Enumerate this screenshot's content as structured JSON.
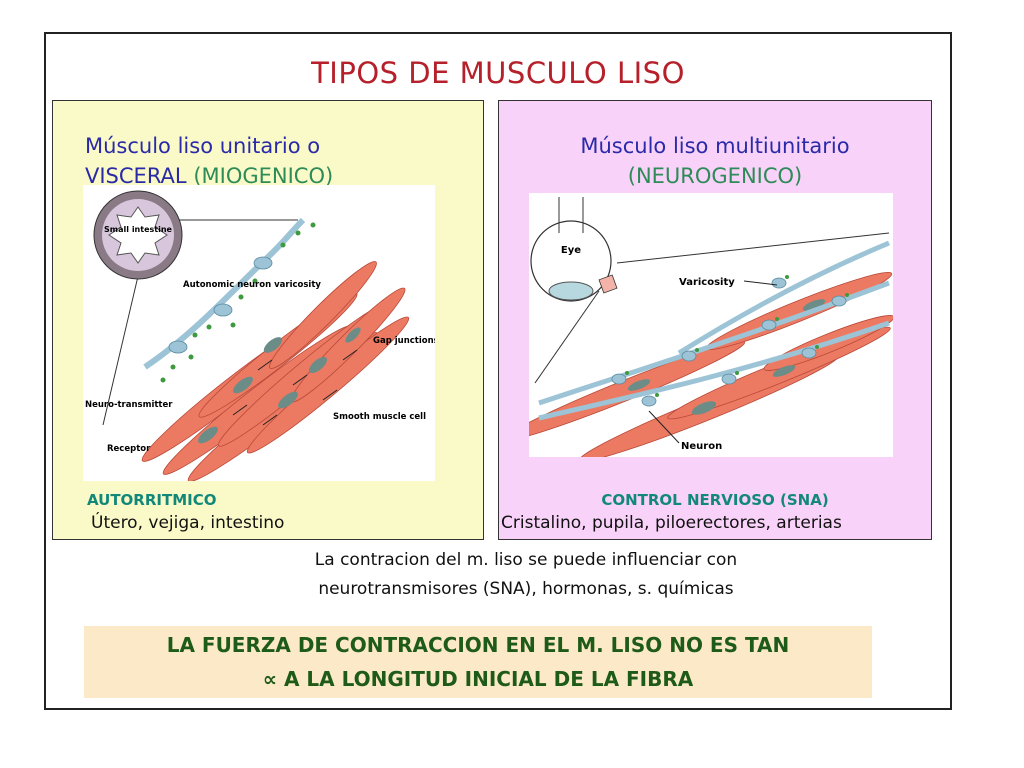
{
  "title": "TIPOS DE MUSCULO LISO",
  "left_panel": {
    "title_line1": "Músculo liso unitario o",
    "title_line2_main": "VISCERAL",
    "title_line2_paren": "(MIOGENICO)",
    "figure_labels": {
      "small_intestine": "Small intestine",
      "autonomic": "Autonomic neuron varicosity",
      "gap": "Gap junctions",
      "neurotransmitter": "Neuro-transmitter",
      "receptor": "Receptor",
      "smooth_muscle": "Smooth muscle cell"
    },
    "label": "AUTORRITMICO",
    "examples": "Útero, vejiga, intestino"
  },
  "right_panel": {
    "title_line1": "Músculo liso multiunitario",
    "title_line2": "(NEUROGENICO)",
    "figure_labels": {
      "eye": "Eye",
      "varicosity": "Varicosity",
      "neuron": "Neuron"
    },
    "label": "CONTROL NERVIOSO (SNA)",
    "examples": "Cristalino, pupila, piloerectores, arterias"
  },
  "note": {
    "line1": "La contracion del m. liso se puede influenciar con",
    "line2": "neurotransmisores (SNA), hormonas, s. químicas"
  },
  "banner": {
    "line1": "LA FUERZA DE CONTRACCION EN EL M. LISO NO ES TAN",
    "line2": "∝ A LA LONGITUD INICIAL DE LA FIBRA"
  },
  "colors": {
    "title": "#b5202a",
    "heading_blue": "#2a2aa8",
    "heading_green": "#2d8b57",
    "label_teal": "#12887a",
    "banner_text": "#1e5a18",
    "left_panel_bg": "#fafac8",
    "right_panel_bg": "#f8d2f8",
    "banner_bg": "#fbe9c8",
    "muscle": "#ec7a62",
    "neuron": "#9cc4d6"
  }
}
